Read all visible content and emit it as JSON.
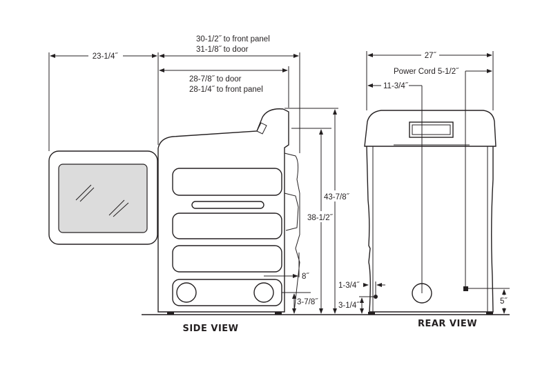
{
  "side_view": {
    "title": "SIDE VIEW",
    "door_width": "23-1/4˝",
    "depth_front_panel_top": "30-1/2˝ to front panel",
    "depth_door_top": "31-1/8˝ to door",
    "depth_door_inner": "28-7/8˝ to door",
    "depth_front_panel_inner": "28-1/4˝ to front panel",
    "height_total": "43-7/8˝",
    "height_cabinet": "38-1/2˝",
    "exhaust_height": "8˝",
    "exhaust_bottom": "3-7/8˝"
  },
  "rear_view": {
    "title": "REAR VIEW",
    "width": "27˝",
    "power_cord": "Power Cord 5-1/2˝",
    "exhaust_offset": "11-3/4˝",
    "gas_offset": "1-3/4˝",
    "gas_height": "3-1/4˝",
    "cord_height": "5˝"
  }
}
